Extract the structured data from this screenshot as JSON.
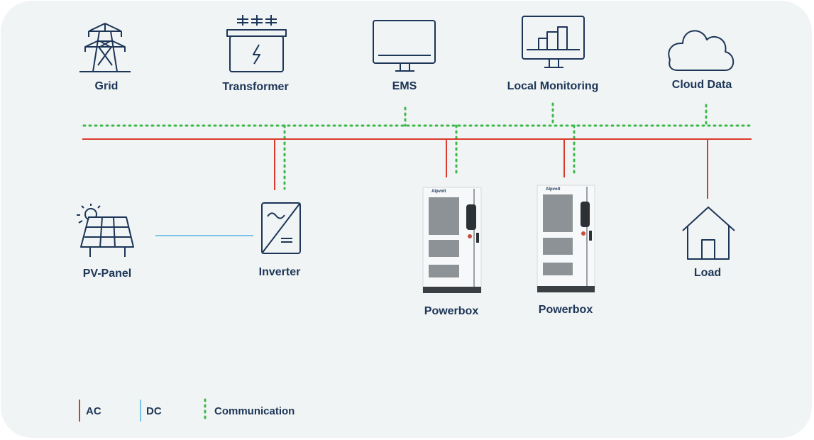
{
  "nodes": {
    "grid": "Grid",
    "transformer": "Transformer",
    "ems": "EMS",
    "local_monitoring": "Local Monitoring",
    "cloud_data": "Cloud Data",
    "pv_panel": "PV-Panel",
    "inverter": "Inverter",
    "powerbox_1": "Powerbox",
    "powerbox_2": "Powerbox",
    "load": "Load"
  },
  "powerbox_brand": "Alpvolt",
  "legend": {
    "ac": "AC",
    "dc": "DC",
    "communication": "Communication"
  },
  "colors": {
    "ac": "#d93a2b",
    "dc": "#7cc3e8",
    "communication": "#3cb84a",
    "icon": "#1d3557",
    "background": "#f0f4f4"
  }
}
